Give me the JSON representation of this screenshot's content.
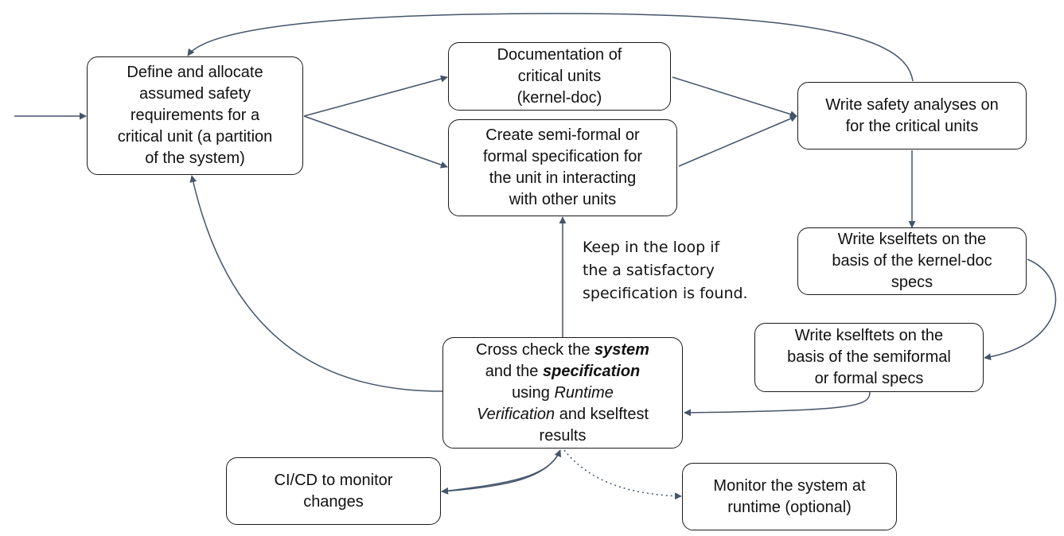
{
  "colors": {
    "arrow": "#44546a",
    "box_border": "#1a1a1a",
    "text": "#111111"
  },
  "boxes": {
    "define": "Define and allocate\nassumed safety\nrequirements for a\ncritical unit (a partition\nof the system)",
    "documentation": "Documentation of\ncritical units\n(kernel-doc)",
    "specification": "Create semi-formal or\nformal specification for\nthe unit in interacting\nwith other units",
    "safety": "Write safety analyses on\nfor the critical units",
    "kselftest_kdoc": "Write kselftets on the\nbasis of the kernel-doc\nspecs",
    "kselftest_formal": "Write kselftets on the\nbasis of the semiformal\nor formal specs",
    "crosscheck": {
      "p1": "Cross check the ",
      "system": "system",
      "p2": "and the ",
      "specification": "specification",
      "p3": "using ",
      "runtime": "Runtime",
      "verification": "Verification",
      "p4": " and kselftest",
      "p5": "results"
    },
    "cicd": "CI/CD to monitor\nchanges",
    "monitor": "Monitor the system at\nruntime (optional)"
  },
  "note": "Keep in the loop if\nthe a satisfactory\nspecification is found."
}
